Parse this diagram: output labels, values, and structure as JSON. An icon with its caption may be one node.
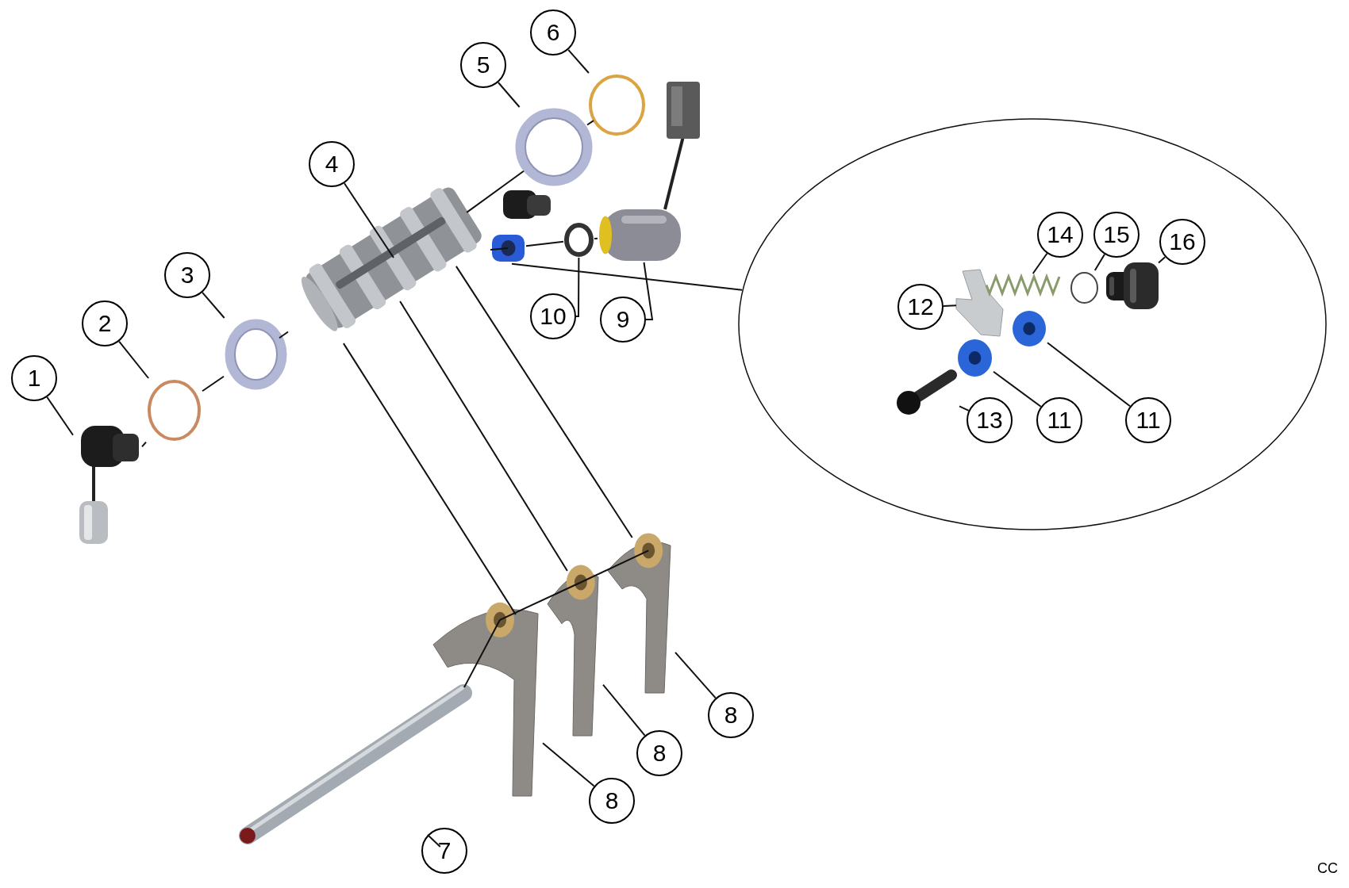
{
  "diagram": {
    "nodes": [
      {
        "text": [
          "1"
        ]
      },
      {
        "text": [
          "2"
        ]
      },
      {
        "text": [
          "3"
        ]
      },
      {
        "text": [
          "4"
        ]
      },
      {
        "text": [
          "5"
        ]
      },
      {
        "text": [
          "6"
        ]
      },
      {
        "text": [
          "7"
        ]
      },
      {
        "text": [
          "8"
        ]
      },
      {
        "text": [
          "8"
        ]
      },
      {
        "text": [
          "8"
        ]
      },
      {
        "text": [
          "9"
        ]
      },
      {
        "text": [
          "10"
        ]
      },
      {
        "text": [],
        "shape": "ellipse"
      },
      {
        "text": [
          "11"
        ],
        "in": 12
      },
      {
        "text": [
          "11"
        ],
        "in": 12
      },
      {
        "text": [
          "12"
        ],
        "in": 12
      },
      {
        "text": [
          "13"
        ],
        "in": 12
      },
      {
        "text": [
          "14"
        ],
        "in": 12
      },
      {
        "text": [
          "15"
        ],
        "in": 12
      },
      {
        "text": [
          "16"
        ],
        "in": 12
      },
      {
        "text": [],
        "shape": "picture"
      },
      {
        "text": [],
        "shape": "circle"
      },
      {
        "text": [],
        "shape": "picture"
      },
      {
        "text": [],
        "shape": "picture"
      },
      {
        "text": [],
        "shape": "picture"
      },
      {
        "text": [],
        "shape": "circle"
      },
      {
        "text": [],
        "shape": "picture"
      },
      {
        "text": [],
        "shape": "picture"
      },
      {
        "text": [],
        "shape": "picture"
      },
      {
        "text": [],
        "shape": "picture"
      },
      {
        "text": [],
        "shape": "picture"
      },
      {
        "text": [],
        "shape": "circle"
      },
      {
        "text": [],
        "shape": "picture"
      },
      {
        "text": [],
        "shape": "picture",
        "in": 12
      },
      {
        "text": [],
        "shape": "picture",
        "in": 12
      },
      {
        "text": [],
        "shape": "picture",
        "in": 12
      },
      {
        "text": [],
        "shape": "picture",
        "in": 12
      },
      {
        "text": [],
        "shape": "picture",
        "in": 12
      },
      {
        "text": [],
        "shape": "circle",
        "in": 12
      },
      {
        "text": [],
        "shape": "picture",
        "in": 12
      }
    ],
    "edges": [
      {
        "from": 0,
        "to": 20,
        "arrow": "none"
      },
      {
        "from": 1,
        "to": 21,
        "arrow": "none"
      },
      {
        "from": 2,
        "to": 22,
        "arrow": "none"
      },
      {
        "from": 3,
        "to": 23,
        "arrow": "none"
      },
      {
        "from": 4,
        "to": 24,
        "arrow": "none"
      },
      {
        "from": 5,
        "to": 25,
        "arrow": "none"
      },
      {
        "from": 6,
        "to": 26,
        "arrow": "none"
      },
      {
        "from": 7,
        "to": 27,
        "arrow": "none"
      },
      {
        "from": 8,
        "to": 28,
        "arrow": "none"
      },
      {
        "from": 9,
        "to": 29,
        "arrow": "none"
      },
      {
        "from": 10,
        "to": 30,
        "arrow": "none"
      },
      {
        "from": 11,
        "to": 31,
        "arrow": "none"
      },
      {
        "from": 13,
        "to": 33,
        "arrow": "none"
      },
      {
        "from": 14,
        "to": 34,
        "arrow": "none"
      },
      {
        "from": 15,
        "to": 35,
        "arrow": "none"
      },
      {
        "from": 16,
        "to": 36,
        "arrow": "none"
      },
      {
        "from": 17,
        "to": 37,
        "arrow": "none"
      },
      {
        "from": 18,
        "to": 38,
        "arrow": "none"
      },
      {
        "from": 19,
        "to": 39,
        "arrow": "none"
      },
      {
        "from": 23,
        "to": 27,
        "arrow": "none"
      },
      {
        "from": 23,
        "to": 28,
        "arrow": "none"
      },
      {
        "from": 23,
        "to": 29,
        "arrow": "none"
      },
      {
        "from": 32,
        "to": 12,
        "arrow": "none"
      },
      {
        "from": 20,
        "to": 21,
        "arrow": "none"
      },
      {
        "from": 21,
        "to": 22,
        "arrow": "none"
      },
      {
        "from": 22,
        "to": 23,
        "arrow": "none"
      },
      {
        "from": 23,
        "to": 24,
        "arrow": "none"
      },
      {
        "from": 24,
        "to": 25,
        "arrow": "none"
      },
      {
        "from": 23,
        "to": 32,
        "arrow": "none"
      },
      {
        "from": 32,
        "to": 31,
        "arrow": "none"
      },
      {
        "from": 31,
        "to": 30,
        "arrow": "none"
      },
      {
        "from": 26,
        "to": 27,
        "arrow": "none"
      },
      {
        "from": 27,
        "to": 28,
        "arrow": "none"
      },
      {
        "from": 28,
        "to": 29,
        "arrow": "none"
      }
    ],
    "labels": [
      "CC"
    ]
  }
}
